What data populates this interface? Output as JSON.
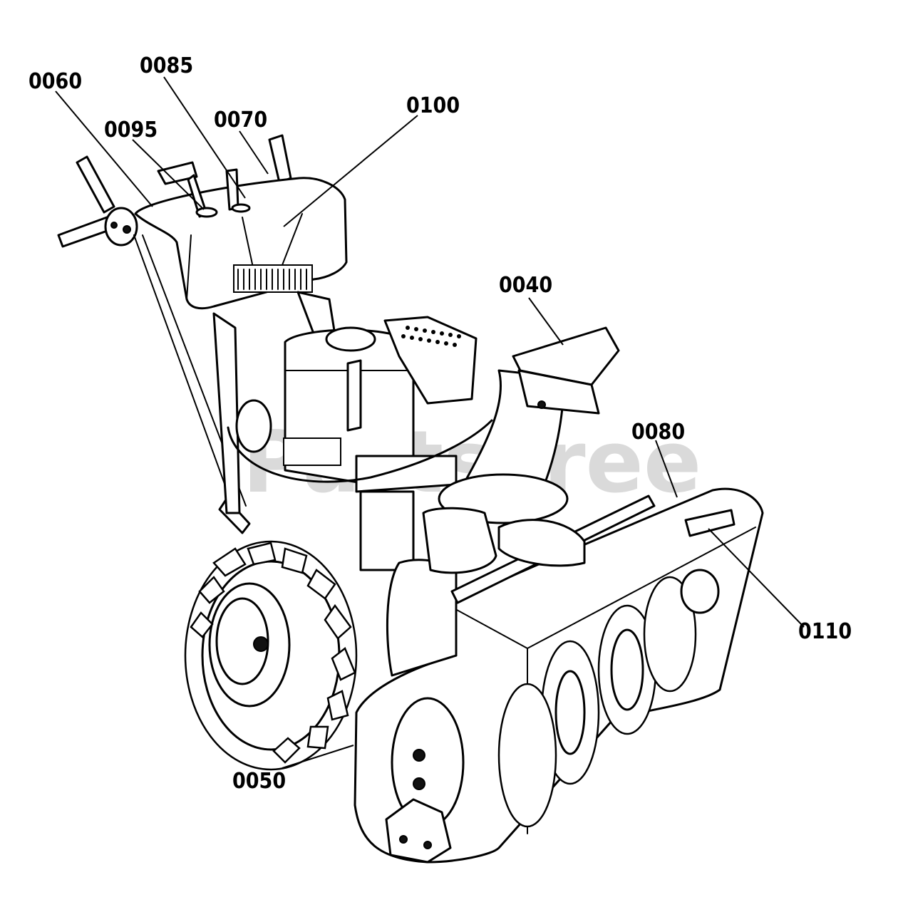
{
  "diagram": {
    "watermark": "PartsTree",
    "callouts": [
      {
        "id": "c0060",
        "label": "0060"
      },
      {
        "id": "c0085",
        "label": "0085"
      },
      {
        "id": "c0095",
        "label": "0095"
      },
      {
        "id": "c0070",
        "label": "0070"
      },
      {
        "id": "c0100",
        "label": "0100"
      },
      {
        "id": "c0040",
        "label": "0040"
      },
      {
        "id": "c0080",
        "label": "0080"
      },
      {
        "id": "c0110",
        "label": "0110"
      },
      {
        "id": "c0050",
        "label": "0050"
      }
    ]
  }
}
